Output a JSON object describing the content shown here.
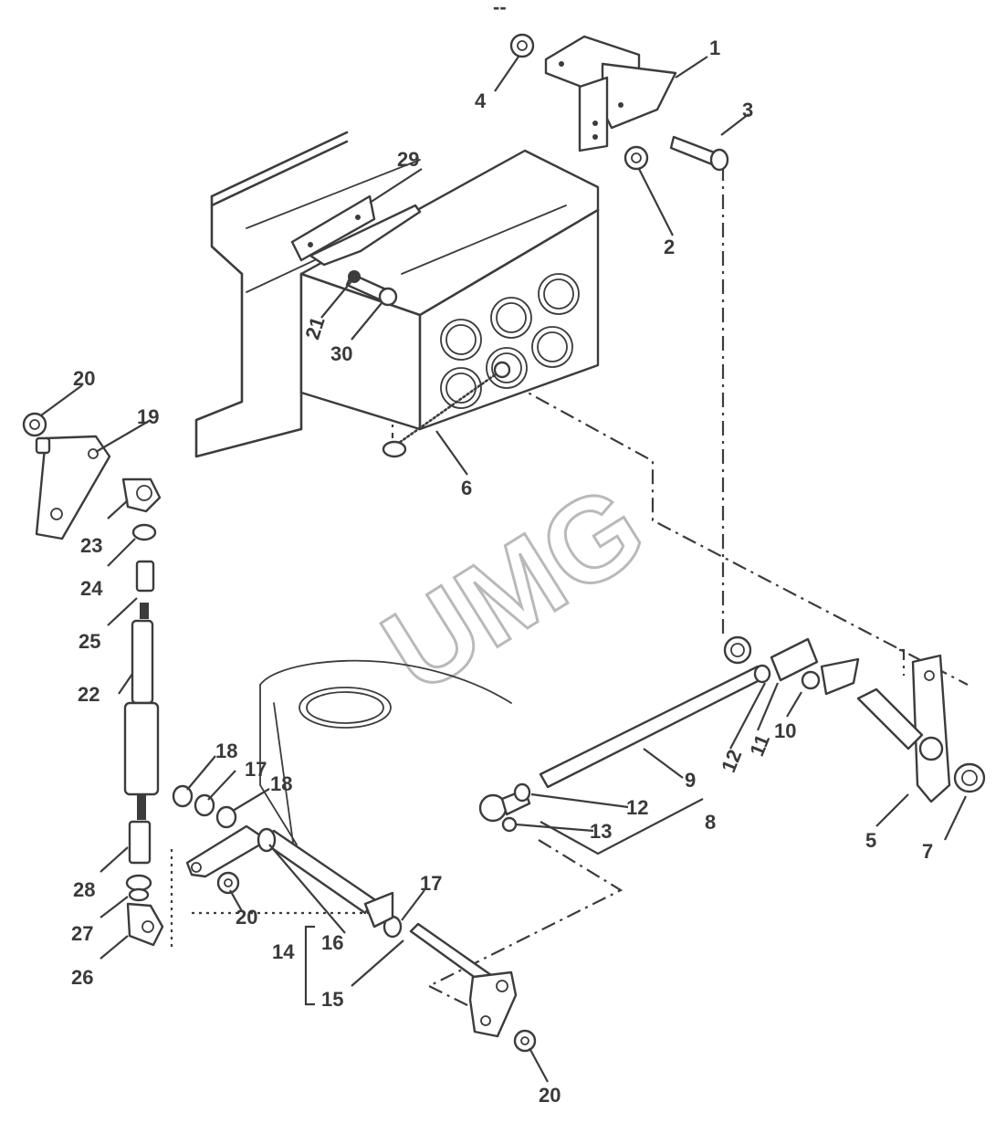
{
  "watermark": {
    "text": "UMG"
  },
  "callouts": [
    {
      "id": "c1",
      "text": "1"
    },
    {
      "id": "c2",
      "text": "2"
    },
    {
      "id": "c3",
      "text": "3"
    },
    {
      "id": "c4",
      "text": "4"
    },
    {
      "id": "c5",
      "text": "5"
    },
    {
      "id": "c6",
      "text": "6"
    },
    {
      "id": "c7",
      "text": "7"
    },
    {
      "id": "c8",
      "text": "8"
    },
    {
      "id": "c9",
      "text": "9"
    },
    {
      "id": "c10",
      "text": "10"
    },
    {
      "id": "c11",
      "text": "11"
    },
    {
      "id": "c12a",
      "text": "12"
    },
    {
      "id": "c12b",
      "text": "12"
    },
    {
      "id": "c13",
      "text": "13"
    },
    {
      "id": "c14",
      "text": "14"
    },
    {
      "id": "c15",
      "text": "15"
    },
    {
      "id": "c16",
      "text": "16"
    },
    {
      "id": "c17a",
      "text": "17"
    },
    {
      "id": "c17b",
      "text": "17"
    },
    {
      "id": "c18a",
      "text": "18"
    },
    {
      "id": "c18b",
      "text": "18"
    },
    {
      "id": "c19",
      "text": "19"
    },
    {
      "id": "c20a",
      "text": "20"
    },
    {
      "id": "c20b",
      "text": "20"
    },
    {
      "id": "c20c",
      "text": "20"
    },
    {
      "id": "c21",
      "text": "21"
    },
    {
      "id": "c22",
      "text": "22"
    },
    {
      "id": "c23",
      "text": "23"
    },
    {
      "id": "c24",
      "text": "24"
    },
    {
      "id": "c25",
      "text": "25"
    },
    {
      "id": "c26",
      "text": "26"
    },
    {
      "id": "c27",
      "text": "27"
    },
    {
      "id": "c28",
      "text": "28"
    },
    {
      "id": "c29",
      "text": "29"
    },
    {
      "id": "c30",
      "text": "30"
    }
  ]
}
